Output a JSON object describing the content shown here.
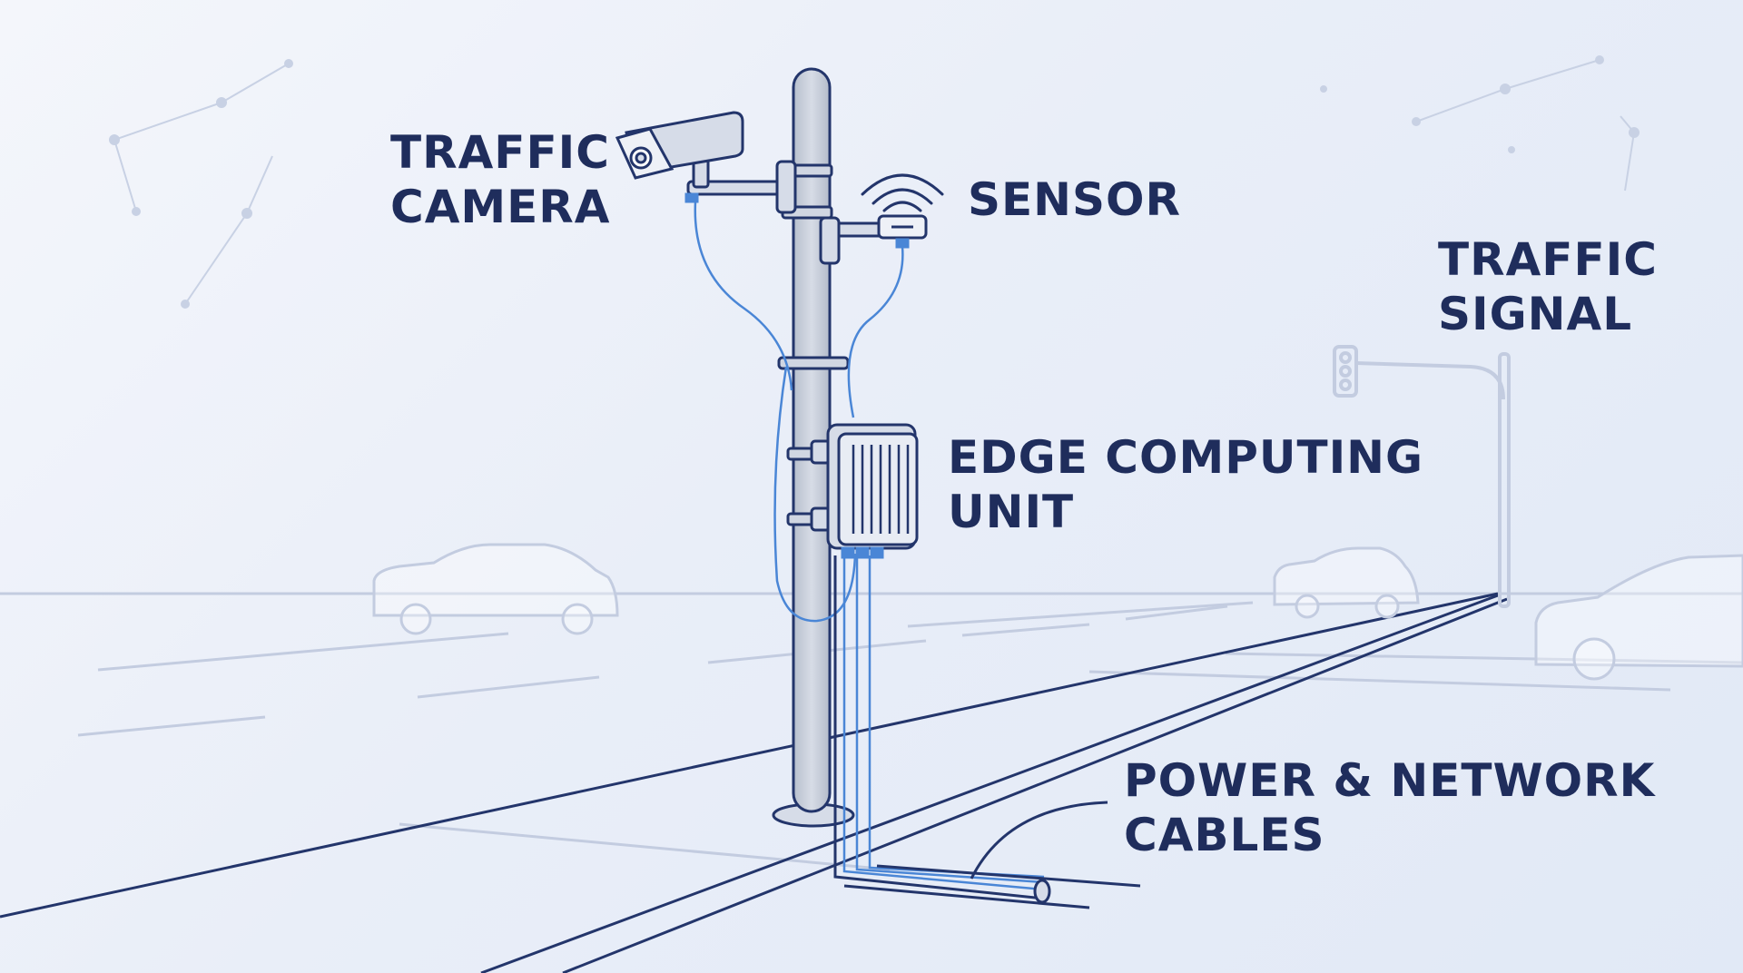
{
  "labels": {
    "traffic_camera": [
      "TRAFFIC",
      "CAMERA"
    ],
    "sensor": [
      "SENSOR"
    ],
    "traffic_signal": [
      "TRAFFIC",
      "SIGNAL"
    ],
    "edge_computing_unit": [
      "EDGE COMPUTING",
      "UNIT"
    ],
    "power_network_cables": [
      "POWER & NETWORK",
      "CABLES"
    ]
  },
  "colors": {
    "ink": "#1f2d5c",
    "cable": "#4a86d6",
    "faint": "#b9c4dc",
    "pole_fill": "#c9d0dc"
  }
}
